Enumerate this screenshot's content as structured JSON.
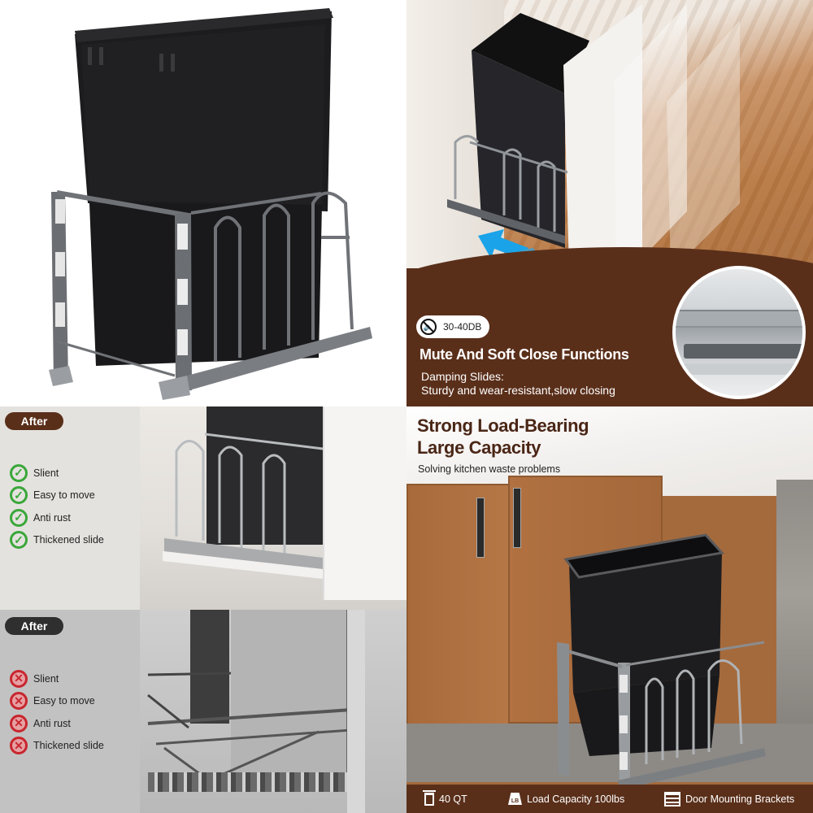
{
  "panels": {
    "product_view": {
      "alt": "Black pull-out trash can on dark gray wire frame with slide rails"
    },
    "soft_close": {
      "badge": {
        "icon": "mute-icon",
        "label": "30-40DB"
      },
      "title": "Mute And Soft Close Functions",
      "subtitle_line1": "Damping Slides:",
      "subtitle_line2": "Sturdy and wear-resistant,slow closing",
      "arrows_color": "#1aa3e8",
      "band_color": "#5a2f1a"
    },
    "after_good": {
      "pill": "After",
      "pill_color": "#5a2f1a",
      "items": [
        {
          "icon": "check-icon",
          "label": "Slient"
        },
        {
          "icon": "check-icon",
          "label": "Easy to move"
        },
        {
          "icon": "check-icon",
          "label": "Anti rust"
        },
        {
          "icon": "check-icon",
          "label": "Thickened slide"
        }
      ],
      "check_color": "#3aa73a"
    },
    "after_bad": {
      "pill": "After",
      "pill_color": "#2f2f2f",
      "items": [
        {
          "icon": "x-icon",
          "label": "Slient"
        },
        {
          "icon": "x-icon",
          "label": "Easy to move"
        },
        {
          "icon": "x-icon",
          "label": "Anti rust"
        },
        {
          "icon": "x-icon",
          "label": "Thickened slide"
        }
      ],
      "x_color": "#c8262e"
    },
    "load_bearing": {
      "title_line1": "Strong Load-Bearing",
      "title_line2": "Large Capacity",
      "subtitle": "Solving kitchen waste problems",
      "title_color": "#4a2616",
      "features": [
        {
          "icon": "trash-icon",
          "label": "40 QT"
        },
        {
          "icon": "weight-icon",
          "icon_text": "LB",
          "label": "Load Capacity 100lbs"
        },
        {
          "icon": "bracket-icon",
          "label": "Door Mounting Brackets"
        }
      ]
    }
  }
}
